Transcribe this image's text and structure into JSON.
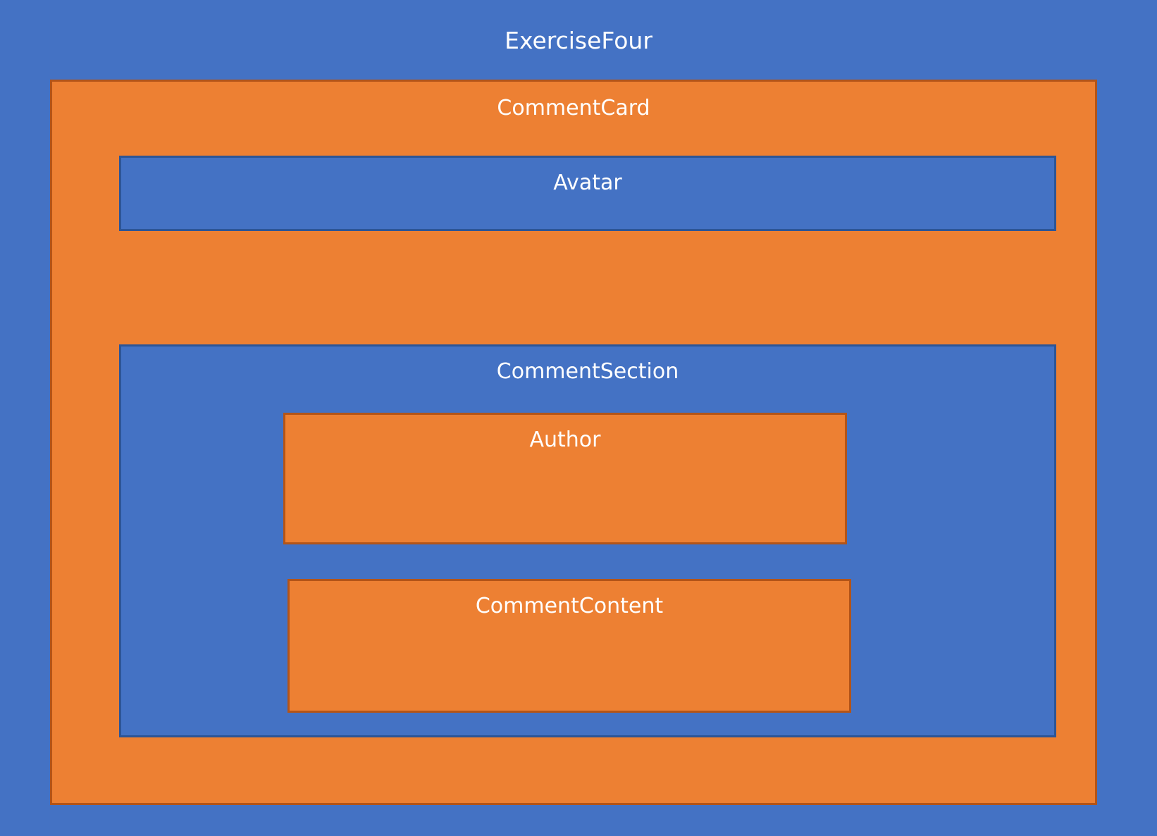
{
  "diagram": {
    "type": "nested-component-hierarchy",
    "root": {
      "label": "ExerciseFour",
      "color": "#4472c4"
    },
    "nodes": {
      "comment_card": {
        "label": "CommentCard",
        "fill": "#ed8033",
        "border": "#b35418",
        "depth": 1
      },
      "avatar": {
        "label": "Avatar",
        "fill": "#4472c4",
        "border": "#2d5596",
        "depth": 2
      },
      "comment_section": {
        "label": "CommentSection",
        "fill": "#4472c4",
        "border": "#2d5596",
        "depth": 2
      },
      "author": {
        "label": "Author",
        "fill": "#ed8033",
        "border": "#b35418",
        "depth": 3
      },
      "comment_content": {
        "label": "CommentContent",
        "fill": "#ed8033",
        "border": "#b35418",
        "depth": 3
      }
    }
  }
}
